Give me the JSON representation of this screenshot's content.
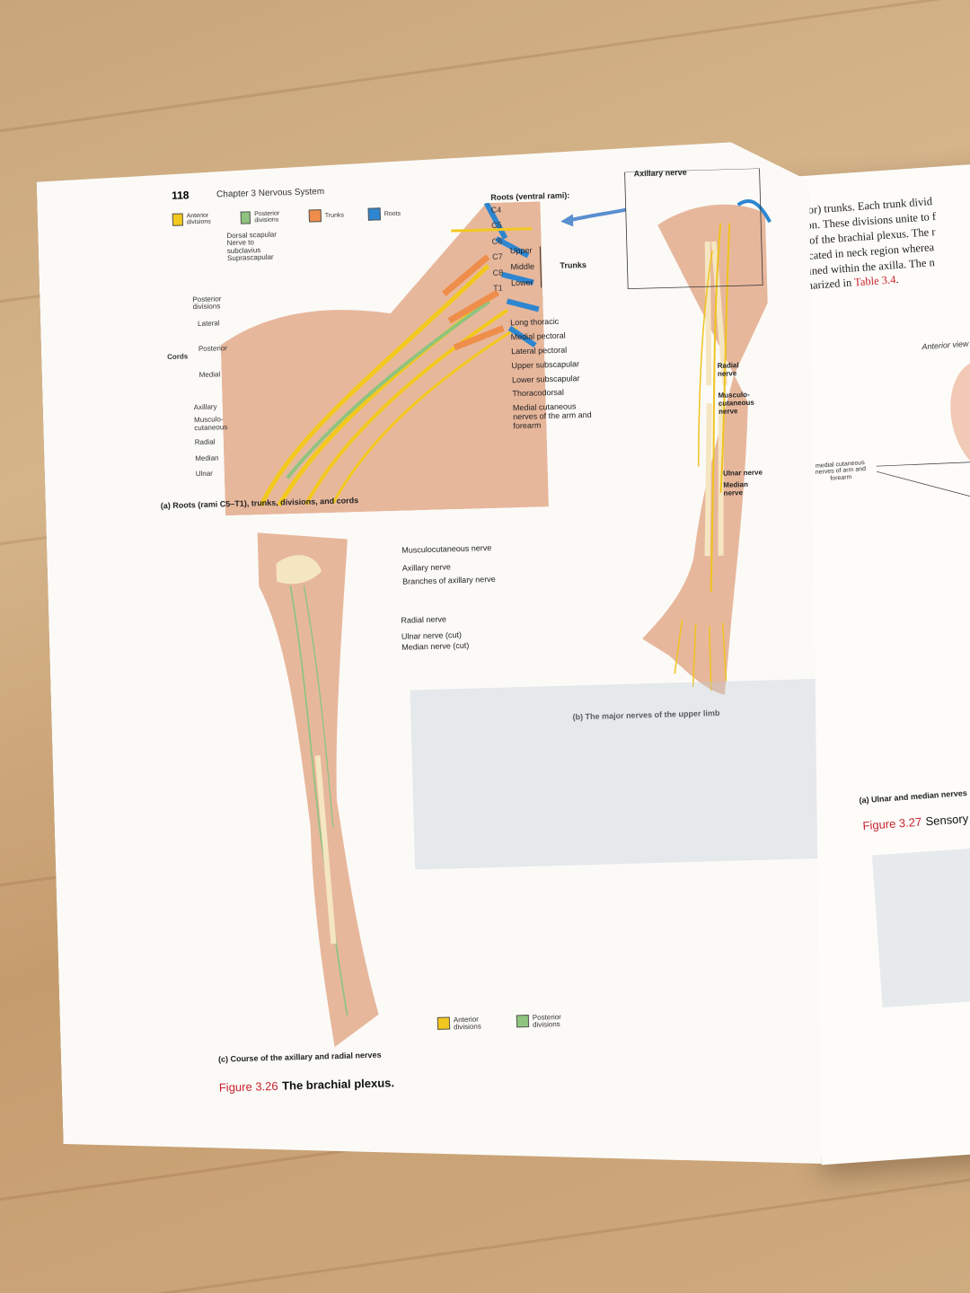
{
  "page_number": "118",
  "running_head": "Chapter 3   Nervous System",
  "legend_top": [
    {
      "label": "Anterior divisions",
      "color": "#f2c81e"
    },
    {
      "label": "Posterior divisions",
      "color": "#8fc47f"
    },
    {
      "label": "Trunks",
      "color": "#ef8d4a"
    },
    {
      "label": "Roots",
      "color": "#2f86d0"
    }
  ],
  "panel_a": {
    "left_labels_top": [
      "Dorsal scapular",
      "Nerve to subclavius",
      "Suprascapular"
    ],
    "posterior_divisions": "Posterior divisions",
    "cords_label": "Cords",
    "cords": [
      "Lateral",
      "Posterior",
      "Medial"
    ],
    "lower_left_labels": [
      "Axillary",
      "Musculo-cutaneous",
      "Radial",
      "Median",
      "Ulnar"
    ],
    "roots_title": "Roots (ventral rami):",
    "roots": [
      "C4",
      "C5",
      "C6",
      "C7",
      "C8",
      "T1"
    ],
    "trunks": [
      "Upper",
      "Middle",
      "Lower"
    ],
    "trunks_label": "Trunks",
    "right_labels": [
      "Long thoracic",
      "Medial pectoral",
      "Lateral pectoral",
      "Upper subscapular",
      "Lower subscapular",
      "Thoracodorsal",
      "Medial cutaneous nerves of the arm and forearm"
    ],
    "caption": "(a) Roots (rami C5–T1), trunks, divisions, and cords"
  },
  "panel_b": {
    "labels": [
      "Axillary nerve",
      "Radial nerve",
      "Musculo-cutaneous nerve",
      "Ulnar nerve",
      "Median nerve"
    ],
    "caption": "(b) The major nerves of the upper limb"
  },
  "panel_c": {
    "labels": [
      "Musculocutaneous nerve",
      "Axillary nerve",
      "Branches of axillary nerve",
      "Radial nerve",
      "Ulnar nerve (cut)",
      "Median nerve (cut)"
    ],
    "legend": [
      {
        "label": "Anterior divisions",
        "color": "#f2c81e"
      },
      {
        "label": "Posterior divisions",
        "color": "#8fc47f"
      }
    ],
    "caption": "(c) Course of the axillary and radial nerves"
  },
  "figure": {
    "number": "Figure 3.26",
    "title": "The brachial plexus."
  },
  "right_page": {
    "text_lines": [
      "(inferior) trunks. Each trunk divid",
      "division. These divisions unite to f",
      "cords of the brachial plexus. The r",
      "are located in neck region wherea",
      "contained within the axilla. The n",
      "summarized in"
    ],
    "table_ref": "Table 3.4",
    "view_label": "Anterior view",
    "side_label": "medial cutaneous nerves of arm and forearm",
    "caption": "(a) Ulnar and median nerves",
    "figure_number": "Figure 3.27",
    "figure_title": "Sensory distril"
  },
  "colors": {
    "skin": "#e7b79c",
    "bone": "#f5e6c2",
    "nerve": "#f0c31d"
  }
}
